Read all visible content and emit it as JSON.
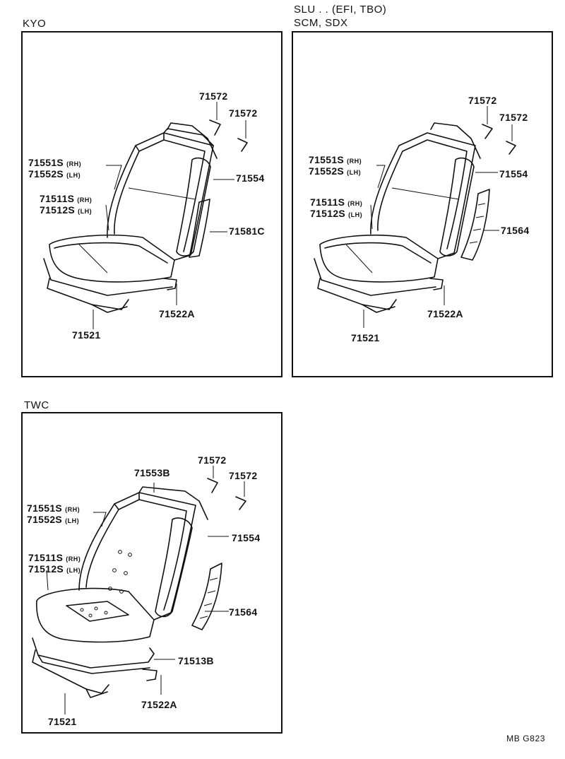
{
  "panels": {
    "kyo": {
      "heading": [
        "KYO"
      ],
      "labels": {
        "p71572a": "71572",
        "p71572b": "71572",
        "p71551": "71551S",
        "p71551_side": "(RH)",
        "p71552": "71552S",
        "p71552_side": "(LH)",
        "p71554": "71554",
        "p71511": "71511S",
        "p71511_side": "(RH)",
        "p71512": "71512S",
        "p71512_side": "(LH)",
        "p71581c": "71581C",
        "p71522a": "71522A",
        "p71521": "71521"
      }
    },
    "slu": {
      "heading": [
        "SLU . . (EFI, TBO)",
        "SCM, SDX"
      ],
      "labels": {
        "p71572a": "71572",
        "p71572b": "71572",
        "p71551": "71551S",
        "p71551_side": "(RH)",
        "p71552": "71552S",
        "p71552_side": "(LH)",
        "p71554": "71554",
        "p71511": "71511S",
        "p71511_side": "(RH)",
        "p71512": "71512S",
        "p71512_side": "(LH)",
        "p71564": "71564",
        "p71522a": "71522A",
        "p71521": "71521"
      }
    },
    "twc": {
      "heading": [
        "TWC"
      ],
      "labels": {
        "p71572a": "71572",
        "p71572b": "71572",
        "p71553b": "71553B",
        "p71551": "71551S",
        "p71551_side": "(RH)",
        "p71552": "71552S",
        "p71552_side": "(LH)",
        "p71554": "71554",
        "p71511": "71511S",
        "p71511_side": "(RH)",
        "p71512": "71512S",
        "p71512_side": "(LH)",
        "p71564": "71564",
        "p71513b": "71513B",
        "p71522a": "71522A",
        "p71521": "71521"
      }
    }
  },
  "footer_code": "MB  G823"
}
